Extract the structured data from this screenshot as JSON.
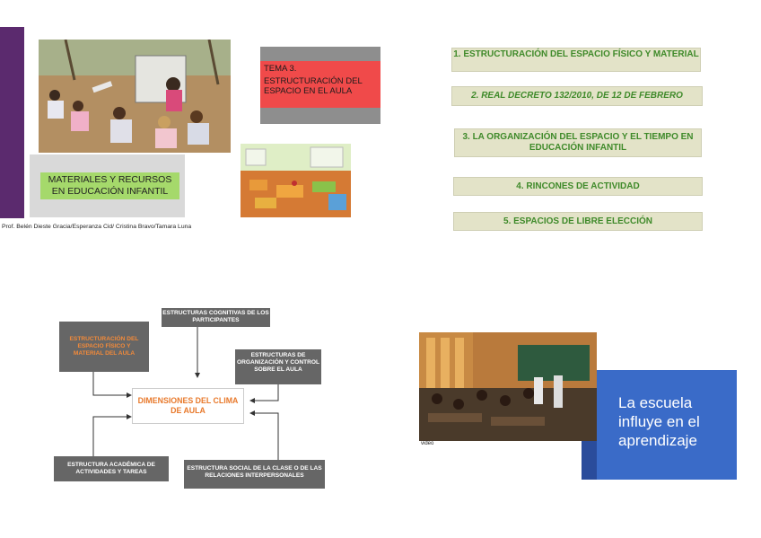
{
  "slide1": {
    "tema_title": "TEMA 3.",
    "tema_subtitle": "ESTRUCTURACIÓN DEL ESPACIO EN EL AULA",
    "materials_label": "MATERIALES Y RECURSOS EN EDUCACIÓN INFANTIL",
    "authors": "Prof. Belén Dieste Gracia/Esperanza Cid/ Cristina Bravo/Tamara Luna",
    "colors": {
      "purple_bar": "#5b2a6e",
      "tema_red": "#f04a4a",
      "materials_green": "#a5d96b"
    }
  },
  "slide2": {
    "topics": [
      "1. ESTRUCTURACIÓN DEL ESPACIO FÍSICO Y MATERIAL",
      "2. REAL DECRETO 132/2010, DE 12 DE FEBRERO",
      "3. LA ORGANIZACIÓN DEL ESPACIO Y EL TIEMPO EN EDUCACIÓN INFANTIL",
      "4. RINCONES DE ACTIVIDAD",
      "5. ESPACIOS DE LIBRE ELECCIÓN"
    ]
  },
  "slide3": {
    "center": "DIMENSIONES DEL CLIMA DE AULA",
    "physical": "ESTRUCTURACIÓN DEL ESPACIO FÍSICO Y MATERIAL DEL AULA",
    "cognitive": "ESTRUCTURAS COGNITIVAS DE LOS PARTICIPANTES",
    "organization": "ESTRUCTURAS DE ORGANIZACIÓN Y CONTROL SOBRE EL AULA",
    "academic": "ESTRUCTURA ACADÉMICA DE ACTIVIDADES Y TAREAS",
    "social": "ESTRUCTURA SOCIAL DE LA CLASE O DE LAS RELACIONES INTERPERSONALES"
  },
  "slide4": {
    "video_caption": "video",
    "headline": "La escuela influye en el aprendizaje",
    "colors": {
      "blue": "#3a6bc8",
      "blue_dark": "#2a4c9b"
    }
  }
}
